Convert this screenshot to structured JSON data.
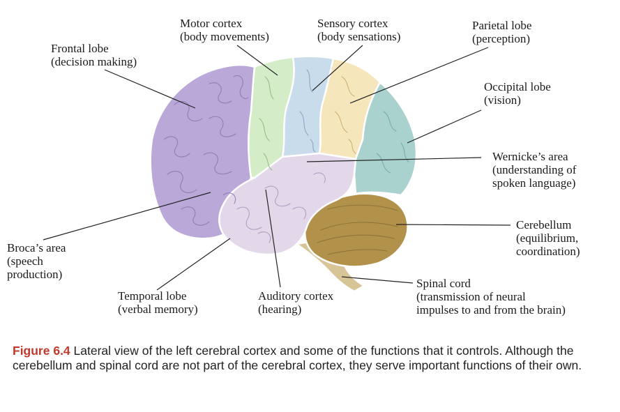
{
  "labels": {
    "motor_cortex": [
      "Motor cortex",
      "(body movements)"
    ],
    "sensory_cortex": [
      "Sensory cortex",
      "(body sensations)"
    ],
    "parietal_lobe": [
      "Parietal lobe",
      "(perception)"
    ],
    "frontal_lobe": [
      "Frontal lobe",
      "(decision making)"
    ],
    "occipital_lobe": [
      "Occipital lobe",
      "(vision)"
    ],
    "wernickes_area": [
      "Wernicke’s area",
      "(understanding of",
      "spoken language)"
    ],
    "cerebellum": [
      "Cerebellum",
      "(equilibrium,",
      "coordination)"
    ],
    "brocas_area": [
      "Broca’s area",
      "(speech",
      "production)"
    ],
    "spinal_cord": [
      "Spinal cord",
      "(transmission of neural",
      "impulses to and from the brain)"
    ],
    "temporal_lobe": [
      "Temporal lobe",
      "(verbal memory)"
    ],
    "auditory_cortex": [
      "Auditory cortex",
      "(hearing)"
    ]
  },
  "caption": {
    "figure_number": "Figure 6.4",
    "text": " Lateral view of the left cerebral cortex and some of the functions that it controls. Although the cerebellum and spinal cord are not part of the cerebral cortex, they serve important functions of their own."
  },
  "colors": {
    "frontal": "#b9a8d8",
    "motor": "#d4ecc8",
    "sensory": "#c9dceb",
    "parietal": "#f6e6bc",
    "occipital": "#a9d2cf",
    "temporal": "#e3d8ea",
    "cerebellum": "#b2924a",
    "brainstem": "#d8c597"
  }
}
